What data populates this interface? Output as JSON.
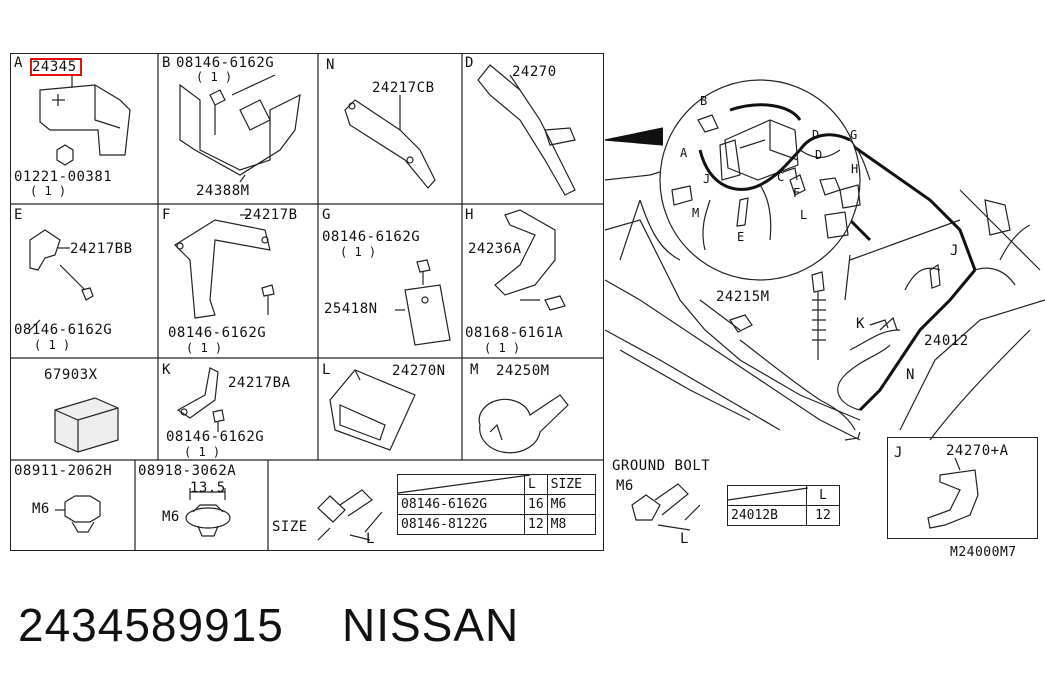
{
  "cells": {
    "A": {
      "letter": "A",
      "part": "24345",
      "fastener": "01221-00381",
      "qty": "( 1 )"
    },
    "B": {
      "letter": "B",
      "fastener": "08146-6162G",
      "qty": "( 1 )",
      "part": "24388M"
    },
    "N": {
      "letter": "N",
      "part": "24217CB"
    },
    "D": {
      "letter": "D",
      "part": "24270"
    },
    "E": {
      "letter": "E",
      "part": "24217BB",
      "fastener": "08146-6162G",
      "qty": "( 1 )"
    },
    "F": {
      "letter": "F",
      "part": "24217B",
      "fastener": "08146-6162G",
      "qty": "( 1 )"
    },
    "G": {
      "letter": "G",
      "fastener": "08146-6162G",
      "qty": "( 1 )",
      "part": "25418N"
    },
    "H": {
      "letter": "H",
      "part": "24236A",
      "fastener": "08168-6161A",
      "qty": "( 1 )"
    },
    "blank": {
      "part": "67903X"
    },
    "K": {
      "letter": "K",
      "part": "24217BA",
      "fastener": "08146-6162G",
      "qty": "( 1 )"
    },
    "L": {
      "letter": "L",
      "part": "24270N"
    },
    "M": {
      "letter": "M",
      "part": "24250M"
    },
    "nut1": {
      "part": "08911-2062H",
      "size": "M6"
    },
    "nut2": {
      "part": "08918-3062A",
      "dim": "13.5",
      "size": "M6"
    },
    "bolt": {
      "size_label": "SIZE",
      "l_label": "L"
    }
  },
  "spec_table": {
    "headers": [
      "",
      "L",
      "SIZE"
    ],
    "rows": [
      [
        "08146-6162G",
        "16",
        "M6"
      ],
      [
        "08146-8122G",
        "12",
        "M8"
      ]
    ]
  },
  "ground_bolt": {
    "title": "GROUND BOLT",
    "size": "M6",
    "l_label": "L"
  },
  "ground_table": {
    "header_l": "L",
    "part": "24012B",
    "value": "12"
  },
  "detail_J": {
    "letter": "J",
    "part": "24270+A"
  },
  "main_labels": {
    "l24215M": "24215M",
    "l24012": "24012",
    "lK": "K",
    "lN": "N",
    "lJ": "J",
    "zB": "B",
    "zA": "A",
    "zJ": "J",
    "zM": "M",
    "zE": "E",
    "zD": "D",
    "zG": "G",
    "zD2": "D",
    "zC": "C",
    "zF": "F",
    "zH": "H",
    "zL": "L"
  },
  "figure_code": "M24000M7",
  "footer": {
    "part_number": "2434589915",
    "brand": "NISSAN"
  },
  "colors": {
    "highlight": "#e01010",
    "line": "#222222"
  }
}
